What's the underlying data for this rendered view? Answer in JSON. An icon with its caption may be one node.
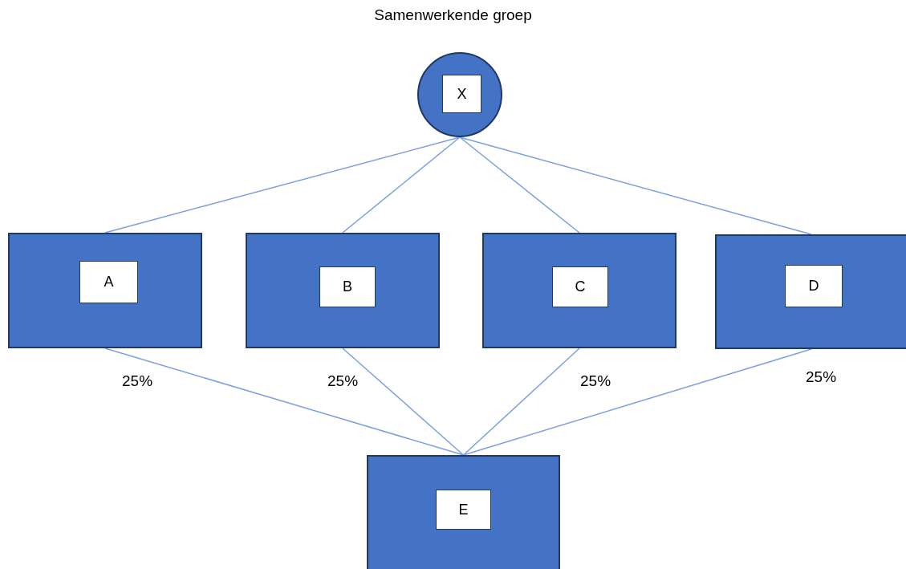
{
  "diagram": {
    "title": "Samenwerkende groep",
    "nodes": [
      {
        "text": [
          "X"
        ]
      },
      {
        "text": [
          "A"
        ]
      },
      {
        "text": [
          "B"
        ]
      },
      {
        "text": [
          "C"
        ]
      },
      {
        "text": [
          "D"
        ]
      },
      {
        "text": [
          "E"
        ]
      }
    ],
    "edges": [
      {
        "from": 0,
        "to": 1,
        "arrow": "none"
      },
      {
        "from": 0,
        "to": 2,
        "arrow": "none"
      },
      {
        "from": 0,
        "to": 3,
        "arrow": "none"
      },
      {
        "from": 0,
        "to": 4,
        "arrow": "none"
      },
      {
        "from": 1,
        "to": 5,
        "arrow": "none",
        "label": "25%"
      },
      {
        "from": 2,
        "to": 5,
        "arrow": "none",
        "label": "25%"
      },
      {
        "from": 3,
        "to": 5,
        "arrow": "none",
        "label": "25%"
      },
      {
        "from": 4,
        "to": 5,
        "arrow": "none",
        "label": "25%"
      }
    ]
  }
}
